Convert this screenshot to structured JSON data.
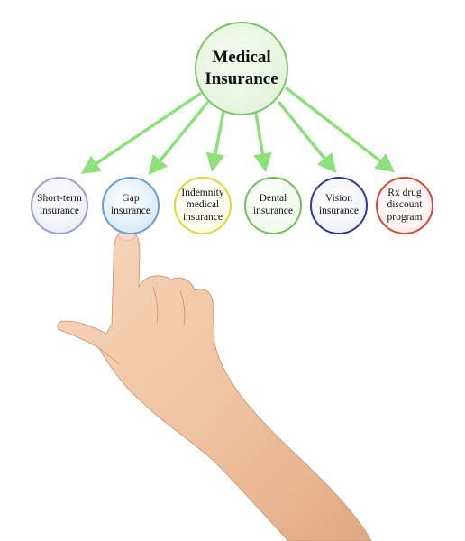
{
  "root": {
    "label": "Medical\nInsurance",
    "color": "#7cc46a"
  },
  "nodes": [
    {
      "label": "Short-term\ninsurance",
      "border": "#9c9fd6",
      "fill": "#eeeefa"
    },
    {
      "label": "Gap\ninsurance",
      "border": "#6f9bd0",
      "fill": "#d9ebf9"
    },
    {
      "label": "Indemnity\nmedical\ninsurance",
      "border": "#e3d438",
      "fill": "#fffde8"
    },
    {
      "label": "Dental\ninsurance",
      "border": "#74bf5c",
      "fill": "#f0f9ec"
    },
    {
      "label": "Vision\ninsurance",
      "border": "#2e3a9a",
      "fill": "#f1f1fb"
    },
    {
      "label": "Rx drug\ndiscount\nprogram",
      "border": "#d9463a",
      "fill": "#fdeeee"
    }
  ],
  "arrow_color": "#8ee07c",
  "skin_color": "#f2c8a6"
}
